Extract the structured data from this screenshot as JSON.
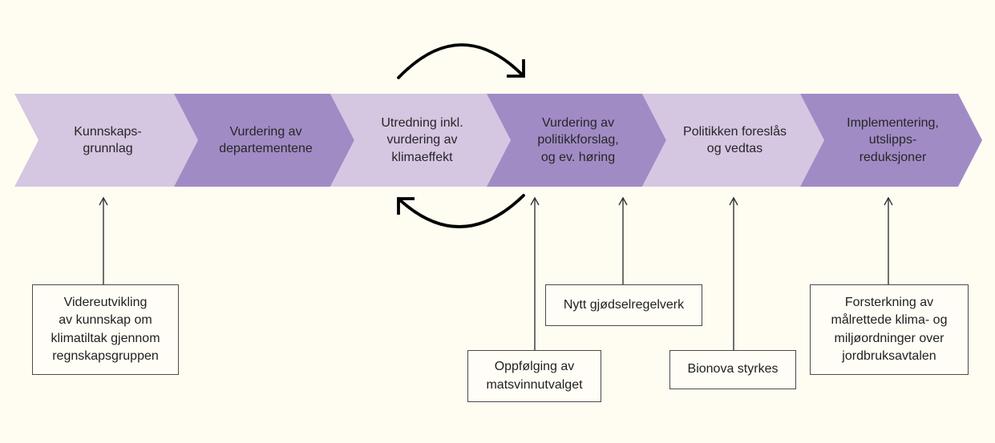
{
  "colors": {
    "bg": "#fffdf2",
    "light": "#d5c6e2",
    "dark": "#a18bc5",
    "step_text": "#262626",
    "box_bg": "#fffdf6",
    "box_border": "#4a4a4a",
    "loop_arrow": "#000000",
    "callout_arrow": "#333333"
  },
  "process": {
    "steps": [
      {
        "label": "Kunnskaps-\ngrunnlag",
        "tone": "light"
      },
      {
        "label": "Vurdering av\ndepartementene",
        "tone": "dark"
      },
      {
        "label": "Utredning inkl.\nvurdering av\nklimaeffekt",
        "tone": "light"
      },
      {
        "label": "Vurdering av\npolitikkforslag,\nog ev. høring",
        "tone": "dark"
      },
      {
        "label": "Politikken foreslås\nog vedtas",
        "tone": "light"
      },
      {
        "label": "Implementering,\nutslipps-\nreduksjoner",
        "tone": "dark"
      }
    ],
    "loop": {
      "forward_icon": "curved-arrow-right",
      "back_icon": "curved-arrow-left",
      "between_steps": [
        "Utredning inkl. vurdering av klimaeffekt",
        "Vurdering av politikkforslag, og ev. høring"
      ]
    }
  },
  "callouts": [
    {
      "label": "Videreutvikling\nav kunnskap om\nklimatiltak gjennom\nregnskapsgruppen",
      "points_to_step": 0
    },
    {
      "label": "Oppfølging av\nmatsvinnutvalget",
      "points_to_step": 3
    },
    {
      "label": "Nytt gjødselregelverk",
      "points_to_step": 3
    },
    {
      "label": "Bionova styrkes",
      "points_to_step": 4
    },
    {
      "label": "Forsterkning av\nmålrettede klima- og\nmiljøordninger over\njordbruksavtalen",
      "points_to_step": 5
    }
  ]
}
